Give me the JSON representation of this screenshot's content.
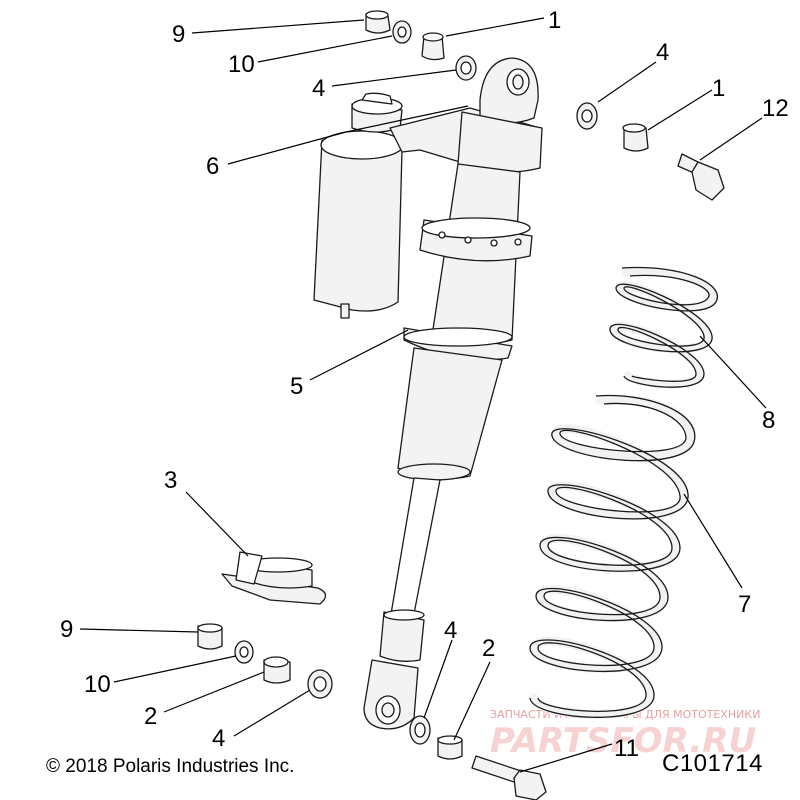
{
  "callouts": {
    "c1_top": "1",
    "c1_right": "1",
    "c2_left": "2",
    "c2_bottom": "2",
    "c3": "3",
    "c4_top": "4",
    "c4_right": "4",
    "c4_mid": "4",
    "c4_bottom": "4",
    "c5": "5",
    "c6": "6",
    "c7": "7",
    "c8": "8",
    "c9_top": "9",
    "c9_bottom": "9",
    "c10_top": "10",
    "c10_bottom": "10",
    "c11": "11",
    "c12": "12"
  },
  "footer": {
    "copyright": "© 2018 Polaris Industries Inc.",
    "figure_id": "C101714"
  },
  "watermark": {
    "tagline": "ЗАПЧАСТИ И АКСЕССУАРЫ ДЛЯ МОТОТЕХНИКИ",
    "logo": "PARTSFOR.RU"
  }
}
